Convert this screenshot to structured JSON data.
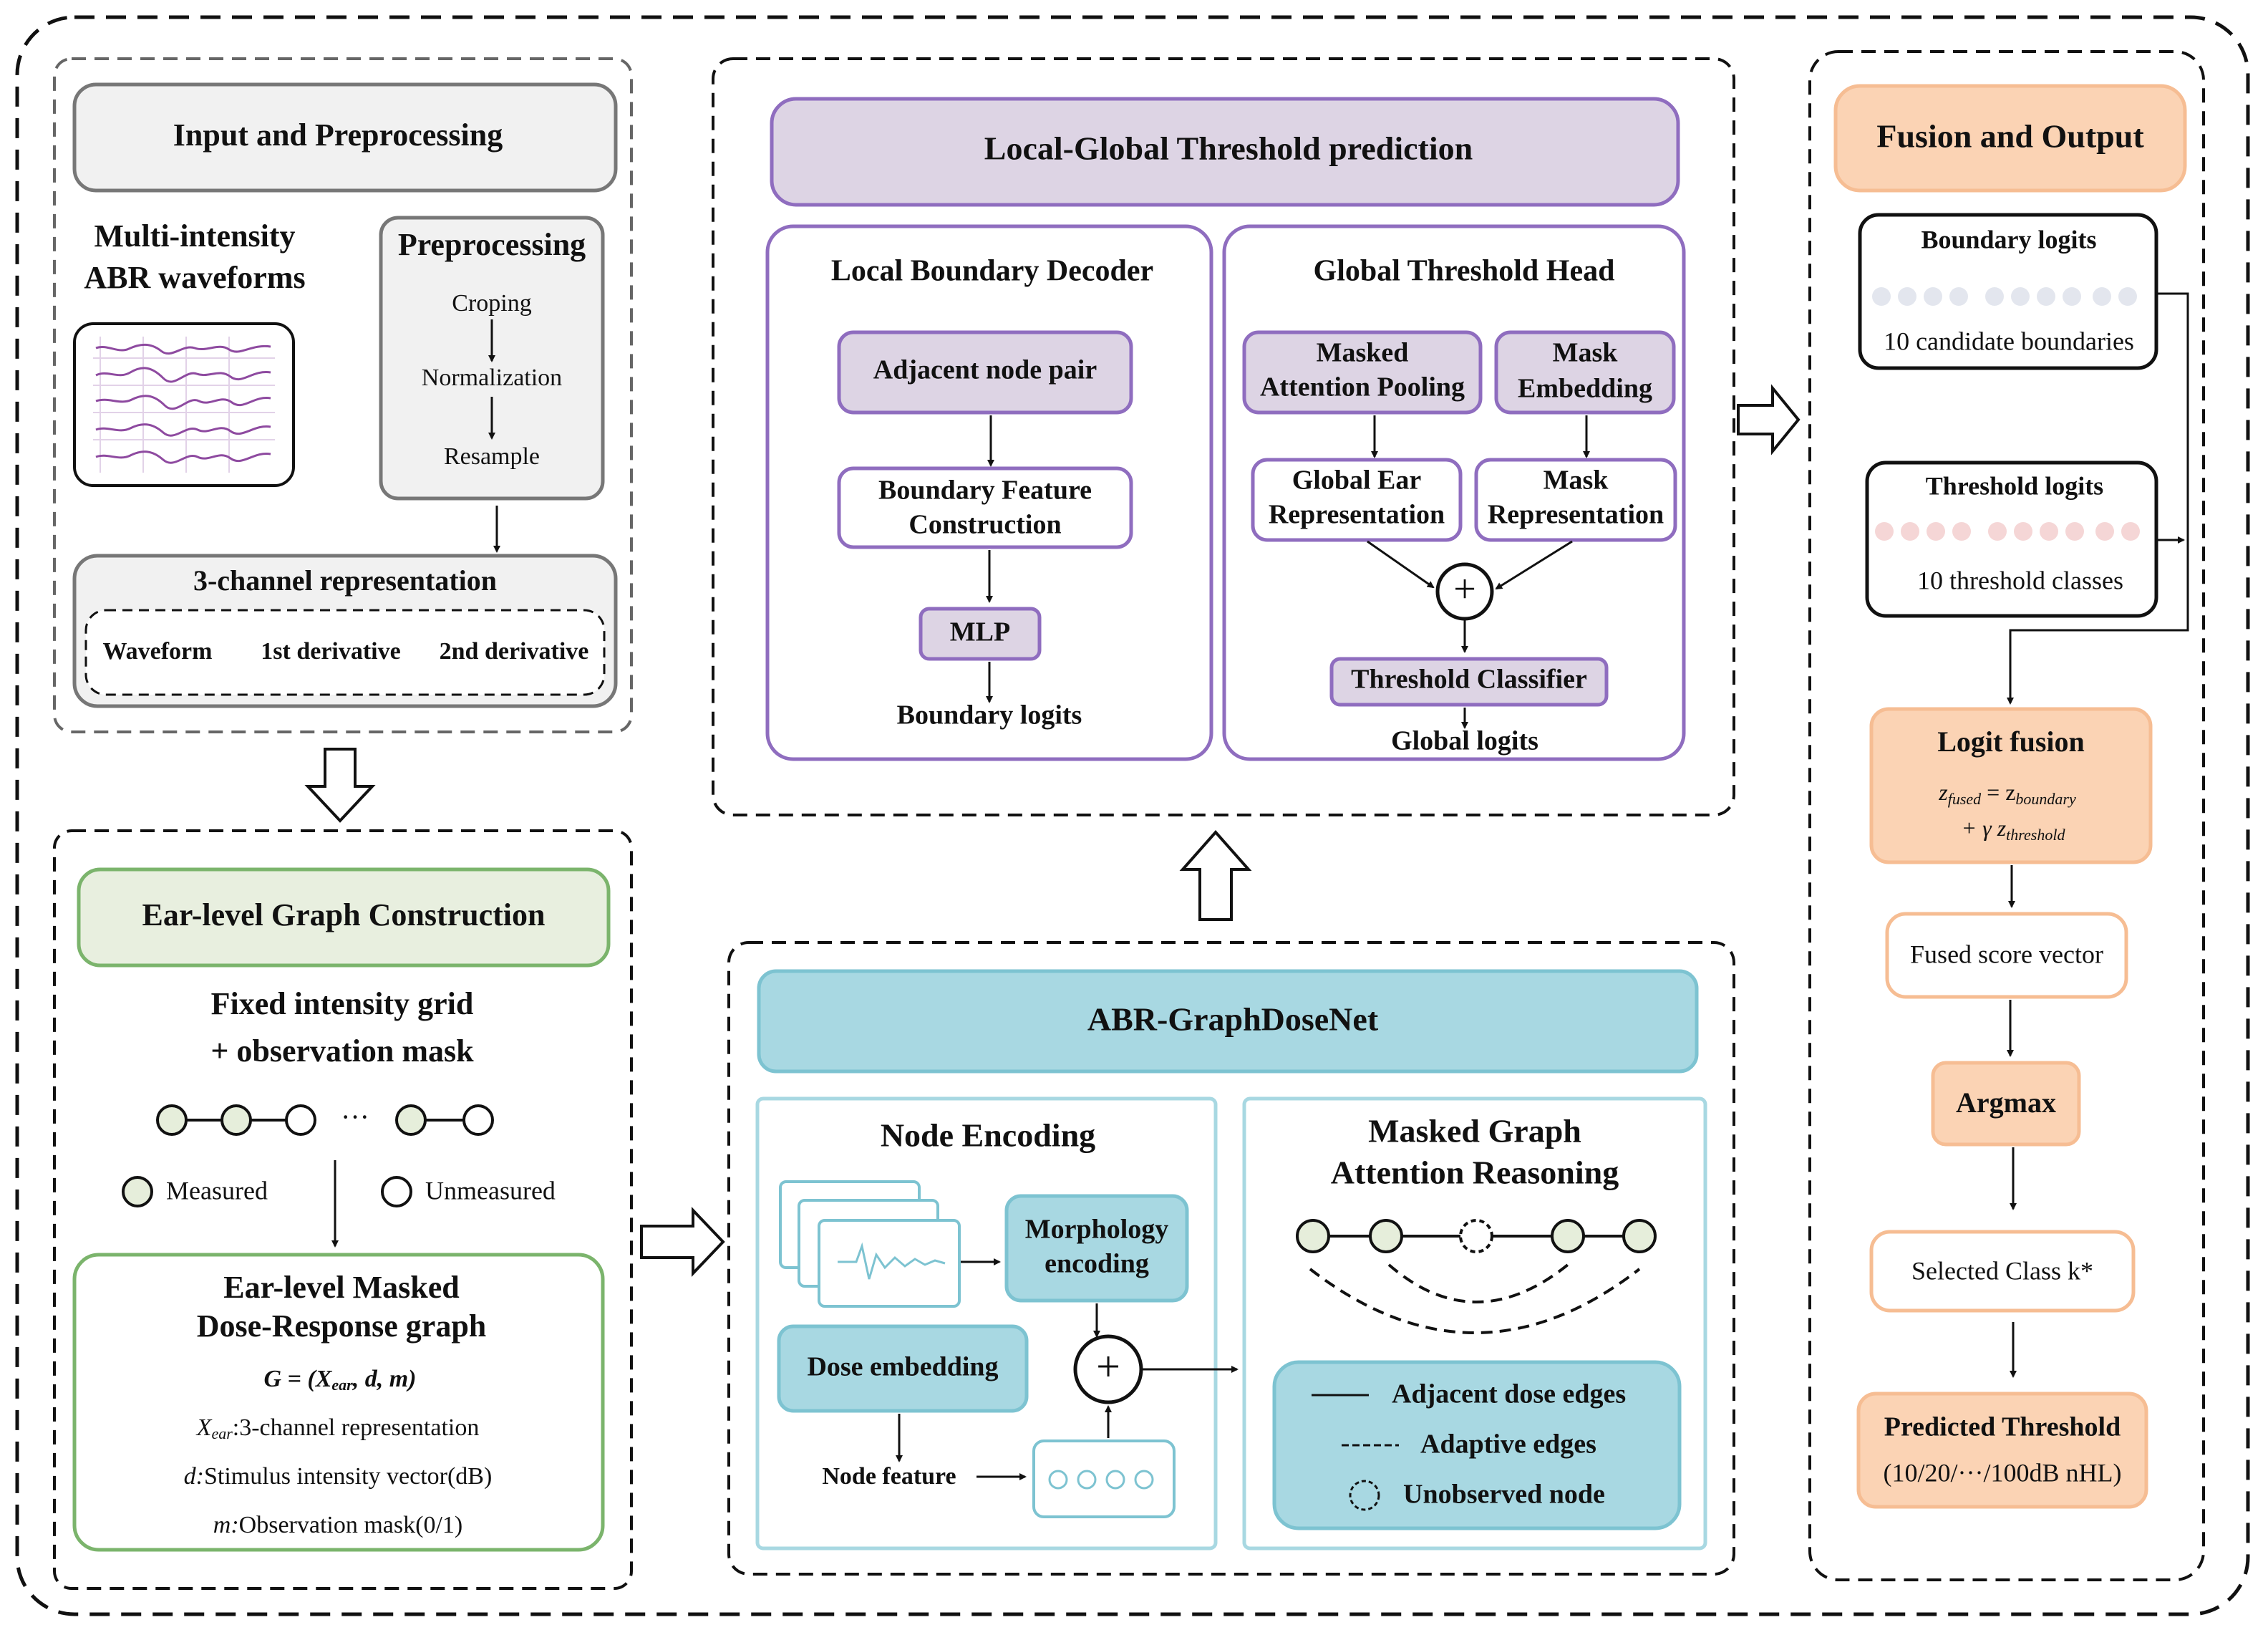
{
  "colors": {
    "purple_fill": "#ddd4e4",
    "purple_stroke": "#8f6dbf",
    "teal_fill": "#a8d8e2",
    "teal_stroke": "#7dc3d1",
    "green_fill": "#e8efdf",
    "green_stroke": "#7bb46c",
    "orange_fill": "#fbd3b4",
    "orange_stroke": "#f6bd93",
    "grey_fill": "#f1f1f1",
    "grey_stroke": "#777777",
    "node_fill": "#e6eedb",
    "dot_blue": "#e3e6ee",
    "dot_pink": "#f5d6d6",
    "waveform": "#8e4aa0"
  },
  "input": {
    "title": "Input and Preprocessing",
    "multi_line1": "Multi-intensity",
    "multi_line2": "ABR waveforms",
    "preproc_title": "Preprocessing",
    "step1": "Croping",
    "step2": "Normalization",
    "step3": "Resample",
    "channel_title": "3-channel representation",
    "ch1": "Waveform",
    "ch2": "1st derivative",
    "ch3": "2nd derivative"
  },
  "graph": {
    "title": "Ear-level Graph Construction",
    "line1": "Fixed intensity grid",
    "line2": "+ observation mask",
    "ellipsis": "···",
    "measured": "Measured",
    "unmeasured": "Unmeasured",
    "box_title1": "Ear-level Masked",
    "box_title2": "Dose-Response graph",
    "formula": "G = (X",
    "formula_sub": "ear",
    "formula_tail": ", d, m)",
    "x_sym": "X",
    "x_sub": "ear",
    "x_desc": ":3-channel representation",
    "d_sym": "d:",
    "d_desc": "Stimulus intensity vector(dB)",
    "m_sym": "m:",
    "m_desc": "Observation mask(0/1)"
  },
  "lg": {
    "title": "Local-Global Threshold prediction",
    "local_title": "Local Boundary Decoder",
    "adj_pair": "Adjacent node pair",
    "bfc1": "Boundary Feature",
    "bfc2": "Construction",
    "mlp": "MLP",
    "boundary_logits": "Boundary logits",
    "global_title": "Global Threshold Head",
    "map1": "Masked",
    "map2": "Attention Pooling",
    "me1": "Mask",
    "me2": "Embedding",
    "ger1": "Global Ear",
    "ger2": "Representation",
    "mr1": "Mask",
    "mr2": "Representation",
    "plus": "+",
    "classifier": "Threshold Classifier",
    "global_logits": "Global logits"
  },
  "abr": {
    "title": "ABR-GraphDoseNet",
    "node_enc": "Node Encoding",
    "morph1": "Morphology",
    "morph2": "encoding",
    "dose": "Dose embedding",
    "node_feature": "Node feature",
    "plus": "+",
    "mgar1": "Masked Graph",
    "mgar2": "Attention Reasoning",
    "leg_adj": "Adjacent dose edges",
    "leg_adapt": "Adaptive edges",
    "leg_unobs": "Unobserved node"
  },
  "fusion": {
    "title": "Fusion and Output",
    "bl_title": "Boundary logits",
    "bl_desc": "10 candidate boundaries",
    "tl_title": "Threshold logits",
    "tl_desc": "10 threshold classes",
    "lf_title": "Logit fusion",
    "eq1_z": "z",
    "eq1_sub": "fused",
    "eq1_eq": " = z",
    "eq1_sub2": "boundary",
    "eq2_pre": "+ γ z",
    "eq2_sub": "threshold",
    "fused_vec": "Fused score vector",
    "argmax": "Argmax",
    "selected": "Selected Class k*",
    "pred_title": "Predicted Threshold",
    "pred_desc": "(10/20/···/100dB nHL)"
  }
}
